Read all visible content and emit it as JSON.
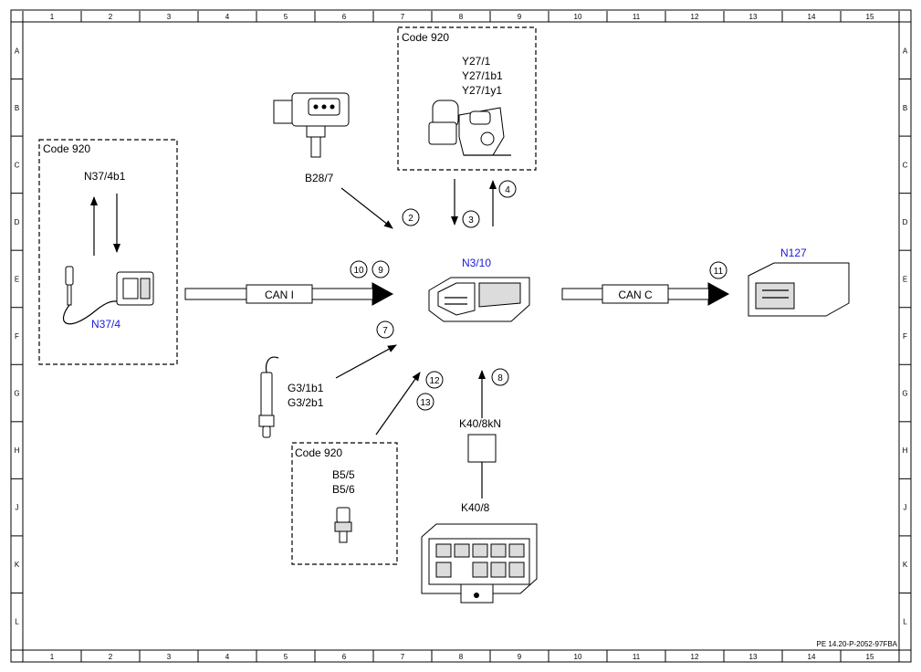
{
  "frame": {
    "columns": [
      "1",
      "2",
      "3",
      "4",
      "5",
      "6",
      "7",
      "8",
      "9",
      "10",
      "11",
      "12",
      "13",
      "14",
      "15"
    ],
    "rows": [
      "A",
      "B",
      "C",
      "D",
      "E",
      "F",
      "G",
      "H",
      "J",
      "K",
      "L"
    ],
    "doc_ref": "PE 14.20-P-2052-97FBA"
  },
  "groups": {
    "left": "Code 920",
    "top": "Code 920",
    "bottom": "Code 920"
  },
  "components": {
    "n37_4b1": "N37/4b1",
    "n37_4": "N37/4",
    "b28_7": "B28/7",
    "y27_1": "Y27/1",
    "y27_1b1": "Y27/1b1",
    "y27_1y1": "Y27/1y1",
    "n3_10": "N3/10",
    "n127": "N127",
    "g3_1b1": "G3/1b1",
    "g3_2b1": "G3/2b1",
    "b5_5": "B5/5",
    "b5_6": "B5/6",
    "k40_8kn": "K40/8kN",
    "k40_8": "K40/8"
  },
  "buses": {
    "can_i": "CAN I",
    "can_c": "CAN C"
  },
  "signals": {
    "s2": "2",
    "s3": "3",
    "s4": "4",
    "s7": "7",
    "s8": "8",
    "s9": "9",
    "s10": "10",
    "s11": "11",
    "s12": "12",
    "s13": "13"
  },
  "colors": {
    "ink": "#000000",
    "accent_blue": "#1a1adc"
  }
}
